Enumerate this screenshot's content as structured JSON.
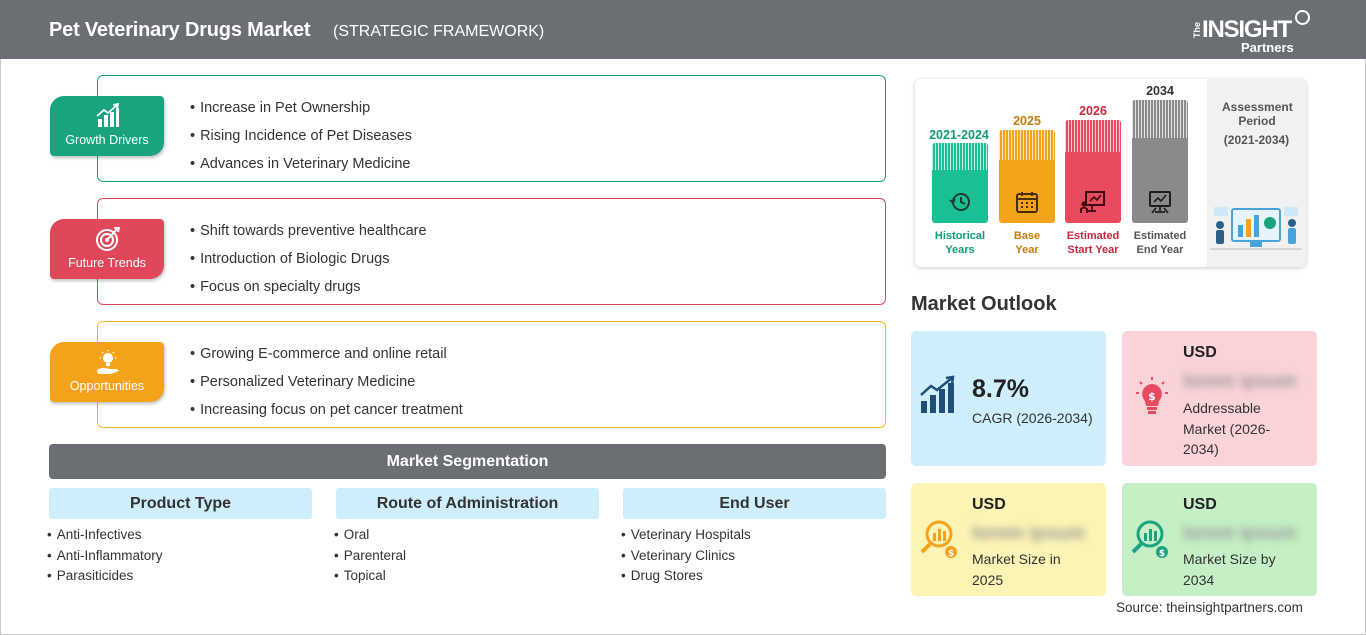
{
  "header": {
    "title": "Pet Veterinary Drugs Market",
    "subtitle": "(STRATEGIC FRAMEWORK)",
    "logo_the": "The",
    "logo_insight": "INSIGHT",
    "logo_partners": "Partners"
  },
  "strategy": [
    {
      "label": "Growth Drivers",
      "color": "#1aa37f",
      "icon": "growth-chart-icon",
      "items": [
        "Increase in Pet Ownership",
        "Rising Incidence of Pet Diseases",
        "Advances in Veterinary Medicine"
      ]
    },
    {
      "label": "Future Trends",
      "color": "#e0475b",
      "icon": "target-icon",
      "items": [
        "Shift towards preventive healthcare",
        "Introduction of Biologic Drugs",
        "Focus on specialty drugs"
      ]
    },
    {
      "label": "Opportunities",
      "color": "#f5a21b",
      "icon": "lightbulb-hand-icon",
      "items": [
        "Growing E-commerce and online retail",
        "Personalized Veterinary Medicine",
        "Increasing focus on pet cancer treatment"
      ]
    }
  ],
  "segmentation": {
    "title": "Market Segmentation",
    "columns": [
      {
        "head": "Product Type",
        "items": [
          "Anti-Infectives",
          "Anti-Inflammatory",
          "Parasiticides"
        ]
      },
      {
        "head": "Route of Administration",
        "items": [
          "Oral",
          "Parenteral",
          "Topical"
        ]
      },
      {
        "head": "End User",
        "items": [
          "Veterinary Hospitals",
          "Veterinary Clinics",
          "Drug Stores"
        ]
      }
    ]
  },
  "timeline": {
    "columns": [
      {
        "year": "2021-2024",
        "cap1": "Historical",
        "cap2": "Years",
        "color": "#1bbf95",
        "text_color": "#129b78",
        "icon": "history-clock-icon"
      },
      {
        "year": "2025",
        "cap1": "Base",
        "cap2": "Year",
        "color": "#f5a21b",
        "text_color": "#c47b08",
        "icon": "calendar-icon"
      },
      {
        "year": "2026",
        "cap1": "Estimated",
        "cap2": "Start Year",
        "color": "#e84a5f",
        "text_color": "#c8283e",
        "icon": "presentation-icon"
      },
      {
        "year": "2034",
        "cap1": "Estimated",
        "cap2": "End Year",
        "color": "#8a8a8a",
        "text_color": "#555555",
        "icon": "monitor-chart-icon"
      }
    ],
    "assessment_label": "Assessment Period",
    "assessment_range": "(2021-2034)"
  },
  "outlook": {
    "title": "Market Outlook",
    "cagr_value": "8.7%",
    "cagr_label": "CAGR (2026-2034)",
    "addressable": {
      "usd": "USD",
      "value": "lorem ipsum",
      "desc1": "Addressable",
      "desc2": "Market (2026-",
      "desc3": "2034)"
    },
    "size2025": {
      "usd": "USD",
      "value": "lorem ipsum",
      "desc1": "Market Size in",
      "desc2": "2025"
    },
    "size2034": {
      "usd": "USD",
      "value": "lorem ipsum",
      "desc1": "Market Size by",
      "desc2": "2034"
    }
  },
  "source": "Source: theinsightpartners.com"
}
